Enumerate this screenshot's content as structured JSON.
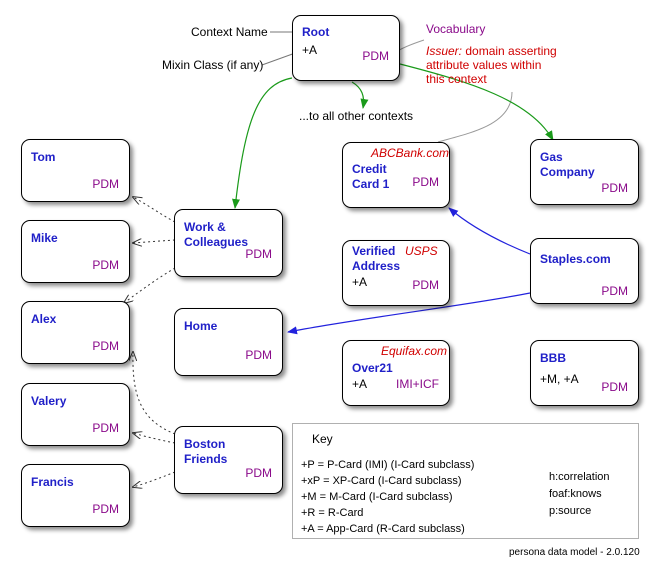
{
  "annotations": {
    "context_name": "Context Name",
    "mixin_class": "Mixin Class (if any)",
    "vocabulary": "Vocabulary",
    "issuer_italic": "Issuer:",
    "issuer_rest_1": " domain asserting",
    "issuer_rest_2": "attribute values within",
    "issuer_rest_3": "this context",
    "to_all": "...to all other contexts"
  },
  "nodes": {
    "root": {
      "name": "Root",
      "mixin": "+A",
      "tag": "PDM"
    },
    "tom": {
      "name": "Tom",
      "tag": "PDM"
    },
    "mike": {
      "name": "Mike",
      "tag": "PDM"
    },
    "alex": {
      "name": "Alex",
      "tag": "PDM"
    },
    "valery": {
      "name": "Valery",
      "tag": "PDM"
    },
    "francis": {
      "name": "Francis",
      "tag": "PDM"
    },
    "work": {
      "name_1": "Work &",
      "name_2": "Colleagues",
      "tag": "PDM"
    },
    "home": {
      "name": "Home",
      "tag": "PDM"
    },
    "boston": {
      "name_1": "Boston",
      "name_2": "Friends",
      "tag": "PDM"
    },
    "credit": {
      "name_1": "Credit",
      "name_2": "Card 1",
      "issuer": "ABCBank.com",
      "tag": "PDM"
    },
    "verified": {
      "name_1": "Verified",
      "name_2": "Address",
      "issuer": "USPS",
      "mixin": "+A",
      "tag": "PDM"
    },
    "over21": {
      "name": "Over21",
      "issuer": "Equifax.com",
      "mixin": "+A",
      "tag": "IMI+ICF"
    },
    "gas": {
      "name_1": "Gas",
      "name_2": "Company",
      "tag": "PDM"
    },
    "staples": {
      "name": "Staples.com",
      "tag": "PDM"
    },
    "bbb": {
      "name": "BBB",
      "mixin": "+M, +A",
      "tag": "PDM"
    }
  },
  "key": {
    "title": "Key",
    "lines": [
      "+P = P-Card (IMI) (I-Card subclass)",
      "+xP = XP-Card (I-Card subclass)",
      "+M = M-Card (I-Card subclass)",
      "+R = R-Card",
      "+A = App-Card (R-Card subclass)"
    ],
    "legend": [
      {
        "label": "h:correlation",
        "color": "#1a9a1a",
        "style": "solid"
      },
      {
        "label": "foaf:knows",
        "color": "#333333",
        "style": "dotted"
      },
      {
        "label": "p:source",
        "color": "#2222dd",
        "style": "solid"
      }
    ]
  },
  "footer": "persona data model - 2.0.120",
  "colors": {
    "name": "#2020c8",
    "tag": "#8a0a8a",
    "issuer": "#d00000",
    "correlation": "#1a9a1a",
    "knows": "#333333",
    "source": "#2222dd"
  }
}
